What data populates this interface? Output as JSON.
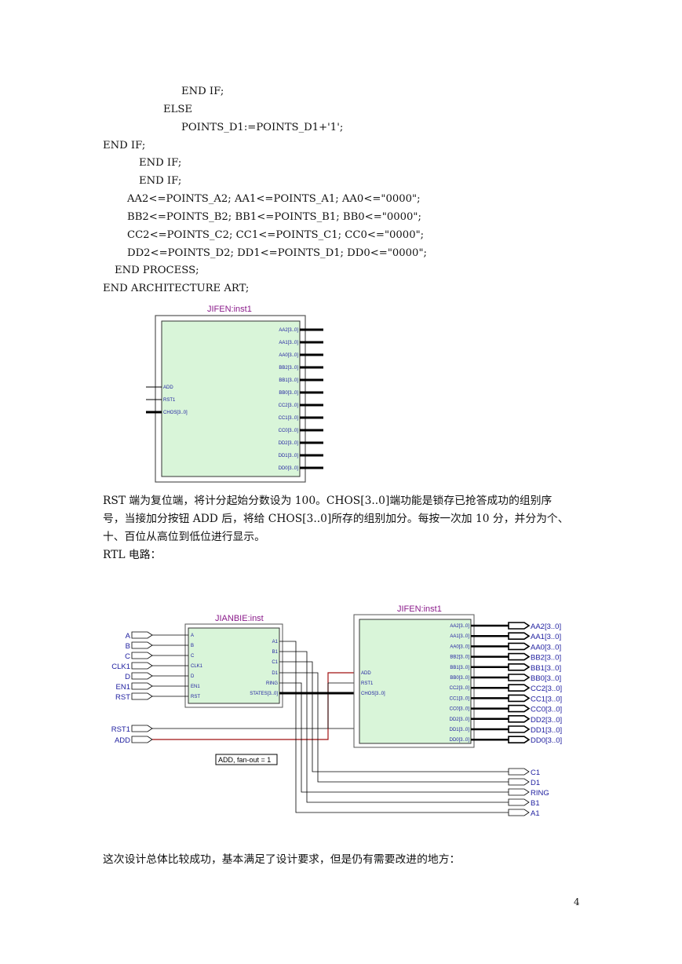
{
  "code_lines": [
    "END IF;",
    "ELSE",
    "POINTS_D1:=POINTS_D1+'1';",
    "END IF;",
    "END IF;",
    "END IF;",
    "AA2<=POINTS_A2; AA1<=POINTS_A1; AA0<=\"0000\";",
    "BB2<=POINTS_B2; BB1<=POINTS_B1; BB0<=\"0000\";",
    "CC2<=POINTS_C2; CC1<=POINTS_C1; CC0<=\"0000\";",
    "DD2<=POINTS_D2; DD1<=POINTS_D1; DD0<=\"0000\";",
    "END PROCESS;",
    "END ARCHITECTURE ART;"
  ],
  "symbol": {
    "title": "JIFEN:inst1",
    "inputs": [
      "ADD",
      "RST1",
      "CHOS[3..0]"
    ],
    "outputs": [
      "AA2[3..0]",
      "AA1[3..0]",
      "AA0[3..0]",
      "BB2[3..0]",
      "BB1[3..0]",
      "BB0[3..0]",
      "CC2[3..0]",
      "CC1[3..0]",
      "CC0[3..0]",
      "DD2[3..0]",
      "DD1[3..0]",
      "DD0[3..0]"
    ]
  },
  "description": {
    "line1": "RST 端为复位端，将计分起始分数设为 100。CHOS[3..0]端功能是锁存已抢答成功的组别序",
    "line2": "号，当接加分按钮 ADD 后，将给 CHOS[3..0]所存的组别加分。每按一次加 10 分，并分为个、",
    "line3": "十、百位从高位到低位进行显示。",
    "rtl_label": "RTL 电路："
  },
  "rtl": {
    "jianbie_title": "JIANBIE:inst",
    "jianbie_inputs": [
      "A",
      "B",
      "C",
      "CLK1",
      "D",
      "EN1",
      "RST"
    ],
    "jianbie_in_pins": [
      "A",
      "B",
      "C",
      "CLK1",
      "D",
      "EN1",
      "RST"
    ],
    "jianbie_outputs": [
      "A1",
      "B1",
      "C1",
      "D1",
      "RING",
      "STATES[3..0]"
    ],
    "top_inputs": [
      "RST1",
      "ADD"
    ],
    "fanout_label": "ADD, fan-out = 1",
    "jifen_title": "JIFEN:inst1",
    "jifen_in_pins": [
      "ADD",
      "RST1",
      "CHOS[3..0]"
    ],
    "jifen_out_pins": [
      "AA2[3..0]",
      "AA1[3..0]",
      "AA0[3..0]",
      "BB2[3..0]",
      "BB1[3..0]",
      "BB0[3..0]",
      "CC2[3..0]",
      "CC1[3..0]",
      "CC0[3..0]",
      "DD2[3..0]",
      "DD1[3..0]",
      "DD0[3..0]"
    ],
    "jifen_outputs": [
      "AA2[3..0]",
      "AA1[3..0]",
      "AA0[3..0]",
      "BB2[3..0]",
      "BB1[3..0]",
      "BB0[3..0]",
      "CC2[3..0]",
      "CC1[3..0]",
      "CC0[3..0]",
      "DD2[3..0]",
      "DD1[3..0]",
      "DD0[3..0]"
    ],
    "bottom_outputs": [
      "C1",
      "D1",
      "RING",
      "B1",
      "A1"
    ]
  },
  "conclusion": "这次设计总体比较成功，基本满足了设计要求，但是仍有需要改进的地方：",
  "page_number": "4",
  "colors": {
    "block_fill": "#d9f5d9",
    "wire_red": "#a01010",
    "pin_text": "#2020a0",
    "title_text": "#8a1a8a"
  }
}
